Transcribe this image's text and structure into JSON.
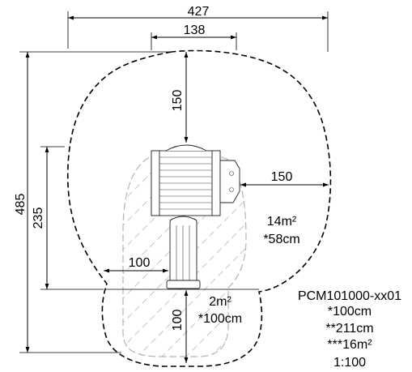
{
  "dimensions": {
    "overall_width": "427",
    "platform_width": "138",
    "top_clearance": "150",
    "side_clearance": "150",
    "left_clearance": "100",
    "bottom_clearance": "100",
    "overall_height": "485",
    "structure_height": "235"
  },
  "zones": {
    "main_area": "14m²",
    "main_depth": "*58cm",
    "slide_area": "2m²",
    "slide_depth": "*100cm"
  },
  "info": {
    "product_code": "PCM101000-xx01",
    "line_1": "*100cm",
    "line_2": "**211cm",
    "line_3": "***16m²",
    "scale": "1:100"
  },
  "colors": {
    "lines": "#000000",
    "hatch": "#c4c4c4",
    "background": "#ffffff"
  }
}
